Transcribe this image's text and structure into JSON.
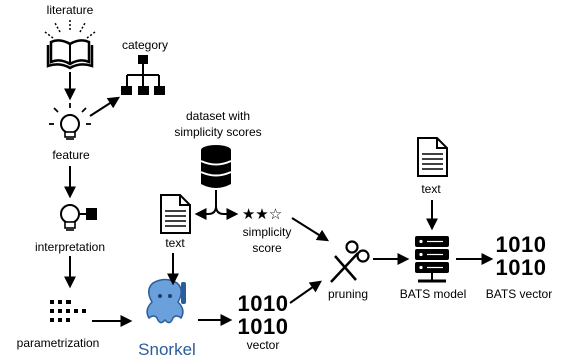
{
  "labels": {
    "literature": "literature",
    "category": "category",
    "feature": "feature",
    "dataset_line1": "dataset with",
    "dataset_line2": "simplicity scores",
    "text_left": "text",
    "text_right": "text",
    "simplicity_line1": "simplicity",
    "simplicity_line2": "score",
    "interpretation": "interpretation",
    "parametrization": "parametrization",
    "vector": "vector",
    "pruning": "pruning",
    "bats_model": "BATS model",
    "bats_vector": "BATS vector"
  },
  "logo": {
    "text": "Snorkel"
  },
  "binary": {
    "line1": "1010",
    "line2": "1010"
  },
  "rating": {
    "stars": "★★☆",
    "filled": 2,
    "total": 3
  },
  "colors": {
    "snorkel_body": "#6aa1dd",
    "snorkel_text": "#2b5d98",
    "ink": "#000000"
  }
}
